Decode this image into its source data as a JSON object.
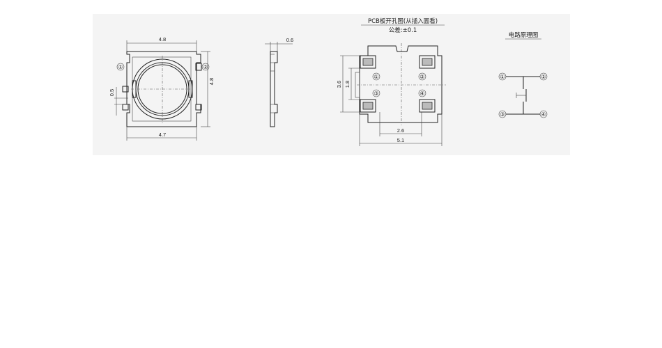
{
  "front_view": {
    "top_width": "4.8",
    "height": "4.8",
    "bottom_width": "4.7",
    "pin_gap": "0.5",
    "pins": [
      "①",
      "②"
    ]
  },
  "side_view": {
    "thickness": "0.6"
  },
  "pcb_layout": {
    "title": "PCB板开孔图(从插入面看)",
    "tolerance": "公差:±0.1",
    "dim_height_outer": "3.6",
    "dim_height_inner": "1.8",
    "dim_width_inner": "2.6",
    "dim_width_outer": "5.1",
    "pins": [
      "①",
      "②",
      "③",
      "④"
    ]
  },
  "schematic": {
    "title": "电路原理图",
    "pins": [
      "①",
      "②",
      "③",
      "④"
    ]
  }
}
